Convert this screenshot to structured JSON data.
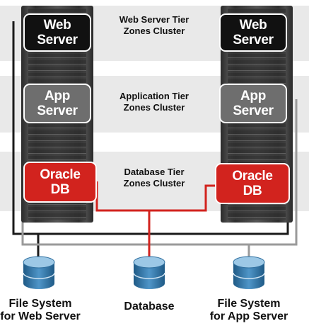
{
  "tiers": {
    "web": "Web Server Tier\nZones Cluster",
    "app": "Application Tier\nZones Cluster",
    "db": "Database Tier\nZones Cluster"
  },
  "left": {
    "web": "Web\nServer",
    "app": "App\nServer",
    "db": "Oracle\nDB"
  },
  "right": {
    "web": "Web\nServer",
    "app": "App\nServer",
    "db": "Oracle\nDB"
  },
  "storage": [
    {
      "label": "File System\nfor Web Server"
    },
    {
      "label": "Database"
    },
    {
      "label": "File System\nfor App Server"
    }
  ],
  "colors": {
    "web": "#111111",
    "app": "#6e6e6e",
    "db": "#d2231e",
    "link_dark": "#1a1a1a",
    "link_gray": "#9a9a9a",
    "link_red": "#d2231e",
    "disk": "#2f6f9f"
  }
}
